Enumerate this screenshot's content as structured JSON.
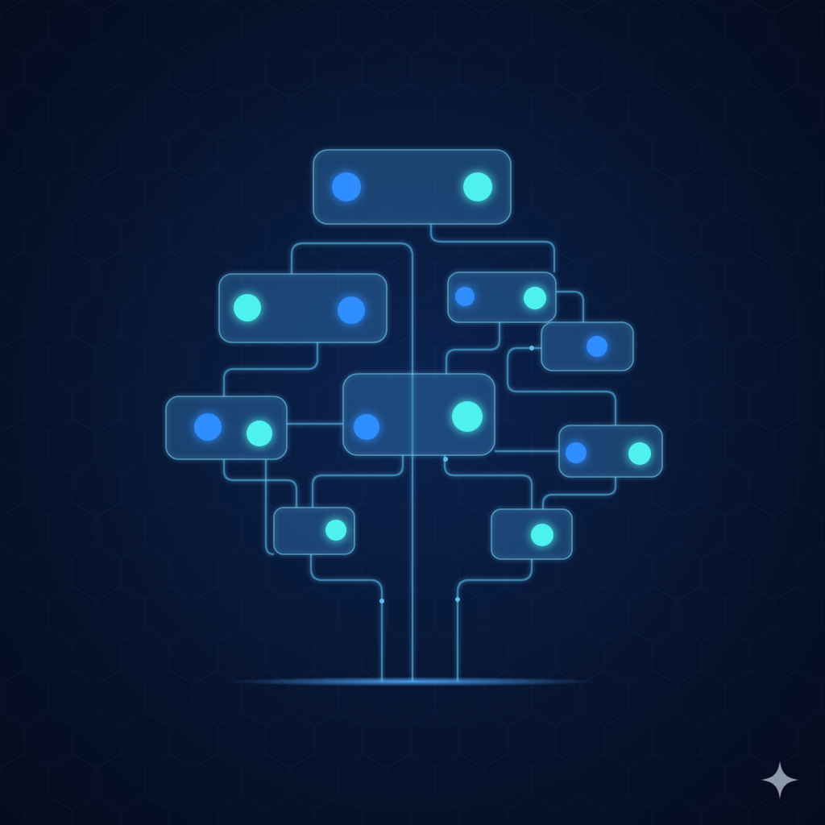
{
  "diagram": {
    "kind": "tree",
    "node_count": 9,
    "nodes": [
      {
        "id": "root",
        "indicators": [
          "blue",
          "cyan"
        ]
      },
      {
        "id": "upper-left",
        "indicators": [
          "cyan",
          "blue"
        ]
      },
      {
        "id": "upper-right",
        "indicators": [
          "blue",
          "cyan"
        ]
      },
      {
        "id": "right-small",
        "indicators": [
          "blue"
        ]
      },
      {
        "id": "left",
        "indicators": [
          "blue",
          "cyan"
        ]
      },
      {
        "id": "center",
        "indicators": [
          "blue",
          "cyan"
        ]
      },
      {
        "id": "right",
        "indicators": [
          "blue",
          "cyan"
        ]
      },
      {
        "id": "lower-left",
        "indicators": [
          "cyan"
        ]
      },
      {
        "id": "lower-right",
        "indicators": [
          "cyan"
        ]
      }
    ],
    "edges": [
      [
        "root",
        "upper-left"
      ],
      [
        "root",
        "upper-right"
      ],
      [
        "root",
        "trunk"
      ],
      [
        "upper-right",
        "right-small"
      ],
      [
        "upper-right",
        "center"
      ],
      [
        "right-small",
        "right"
      ],
      [
        "upper-left",
        "left"
      ],
      [
        "left",
        "center"
      ],
      [
        "left",
        "lower-left"
      ],
      [
        "center",
        "lower-left"
      ],
      [
        "center",
        "lower-right"
      ],
      [
        "center",
        "right"
      ],
      [
        "right",
        "lower-right"
      ]
    ]
  },
  "colors": {
    "background": "#06122b",
    "indicator_blue": "#2f8dff",
    "indicator_cyan": "#4df2ee",
    "wire": "#5abef0",
    "glow": "#3aa0ff"
  },
  "icons": {
    "watermark": "sparkle-icon"
  }
}
